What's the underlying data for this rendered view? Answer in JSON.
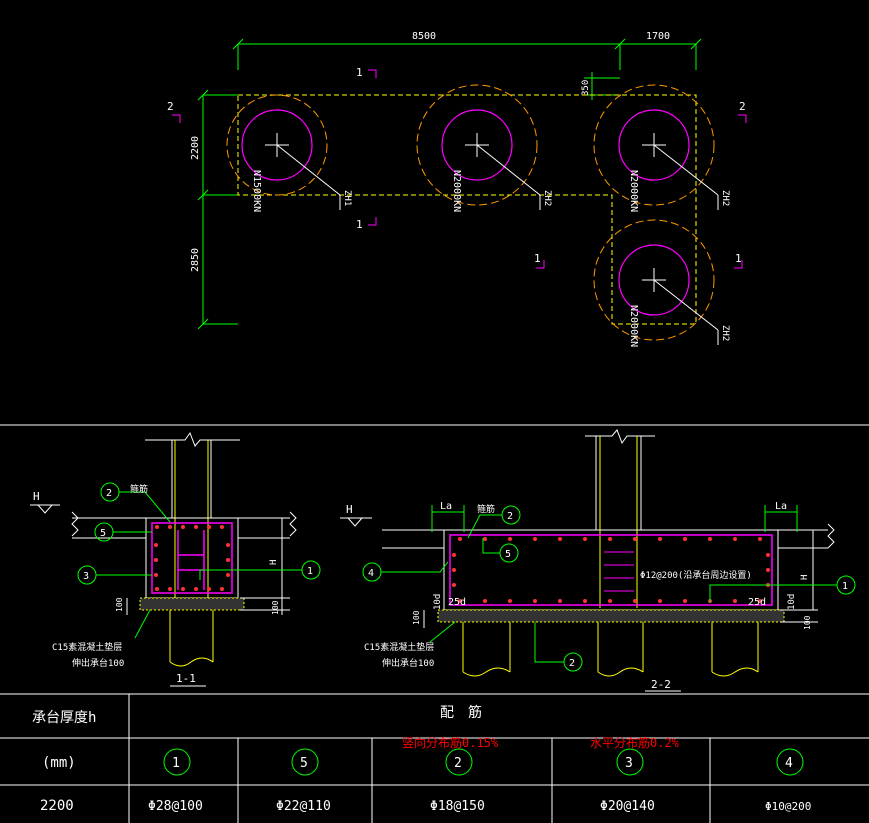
{
  "plan": {
    "dim_top_left": "8500",
    "dim_top_right": "1700",
    "dim_350": "350",
    "dim_left_upper": "2200",
    "dim_left_lower": "2850",
    "sec1": "1",
    "sec2": "2",
    "piles": [
      {
        "label": "N1500KN",
        "tag": "ZH1"
      },
      {
        "label": "N2000KN",
        "tag": "ZH2"
      },
      {
        "label": "N2000KN",
        "tag": "ZH2"
      },
      {
        "label": "N2000KN",
        "tag": "ZH2"
      }
    ]
  },
  "section1": {
    "title": "1-1",
    "H_left": "H",
    "H_right": "H",
    "top_label": "箍筋",
    "c1": "1",
    "c2": "2",
    "c3": "3",
    "c5": "5",
    "d100a": "100",
    "d100b": "100",
    "note1": "C15素混凝土垫层",
    "note2": "伸出承台100"
  },
  "section2": {
    "title": "2-2",
    "H_left": "H",
    "H_right": "H",
    "La_left": "La",
    "La_right": "La",
    "top_label": "箍筋",
    "rebar_note": "Φ12@200(沿承台周边设置)",
    "d25a": "25d",
    "d25b": "25d",
    "d10a": "10d",
    "d10b": "10d",
    "d100a": "100",
    "d100b": "100",
    "c1": "1",
    "c2": "2",
    "c2b": "2",
    "c4": "4",
    "c5": "5",
    "note1": "C15素混凝土垫层",
    "note2": "伸出承台100"
  },
  "table": {
    "h_col1": "承台厚度h",
    "h_col2": "配　筋",
    "unit": "(mm)",
    "red1": "竖向分布筋0.15%",
    "red2": "水平分布筋0.2%",
    "circles": [
      "1",
      "5",
      "2",
      "3",
      "4"
    ],
    "thickness": "2200",
    "values": [
      "Φ28@100",
      "Φ22@110",
      "Φ18@150",
      "Φ20@140",
      "Φ10@200"
    ]
  }
}
